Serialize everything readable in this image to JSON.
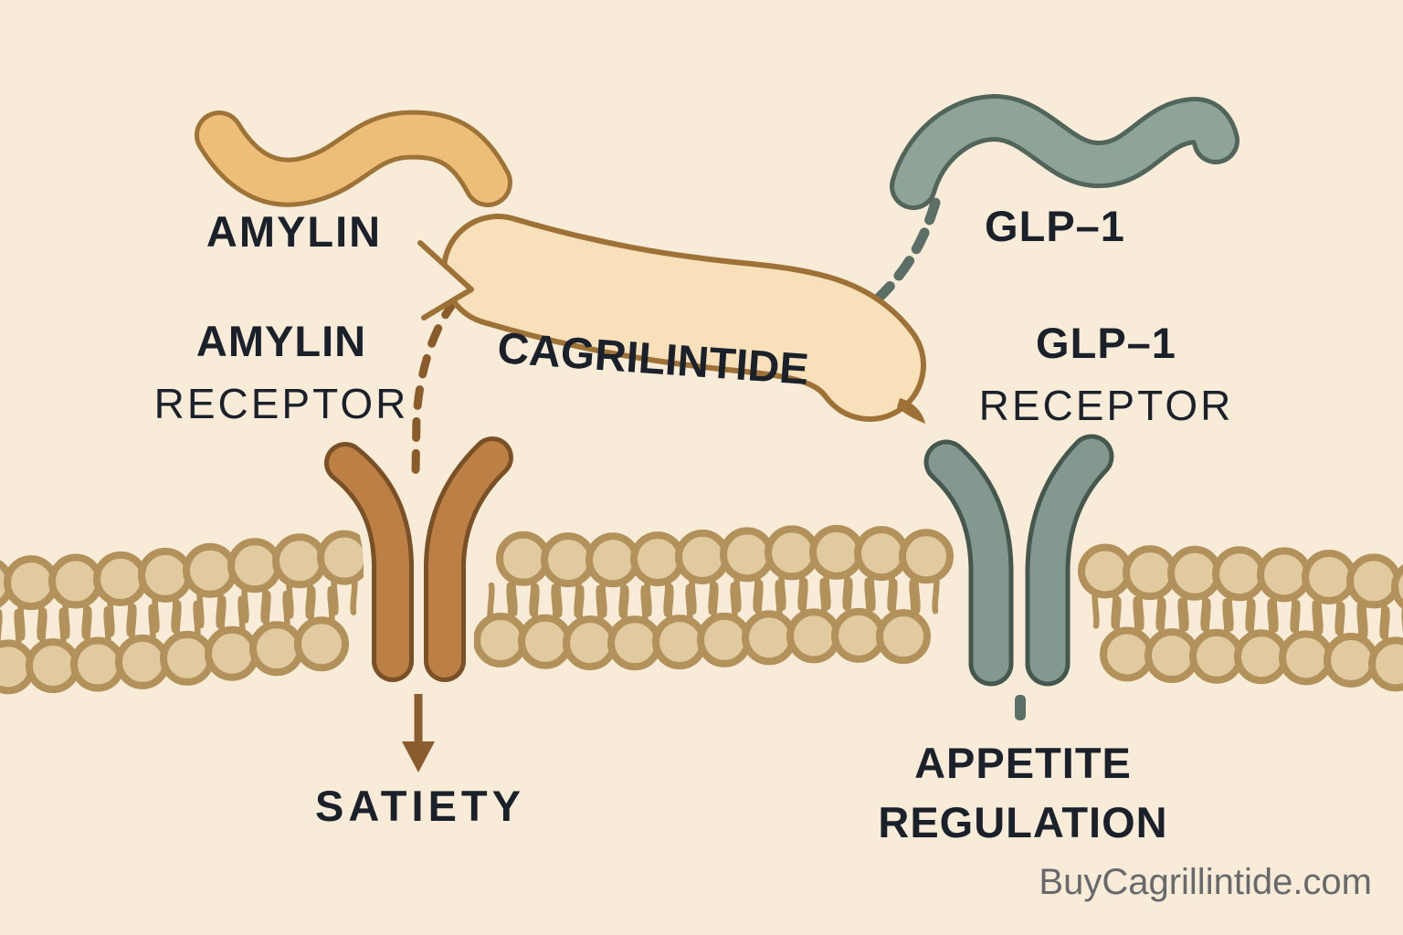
{
  "diagram": {
    "title_banner": "CAGRILINTIDE",
    "labels": {
      "amylin": "AMYLIN",
      "amylin_receptor_line1": "AMYLIN",
      "amylin_receptor_line2": "RECEPTOR",
      "glp1": "GLP–1",
      "glp1_receptor_line1": "GLP–1",
      "glp1_receptor_line2": "RECEPTOR",
      "satiety": "SATIETY",
      "appetite_line1": "APPETITE",
      "appetite_line2": "REGULATION"
    },
    "watermark": "BuyCagrillintide.com"
  },
  "colors": {
    "background": "#f8ecd9",
    "text_dark": "#1a212b",
    "watermark_gray": "#67696c",
    "amylin_peptide_fill": "#eebd77",
    "amylin_peptide_outline": "#9d7338",
    "glp1_peptide_fill": "#8fa498",
    "glp1_peptide_outline": "#52655b",
    "banner_fill": "#f8e0bb",
    "banner_outline": "#9e7136",
    "amylin_receptor_fill": "#bc8045",
    "amylin_receptor_outline": "#7a5026",
    "glp1_receptor_fill": "#83988e",
    "glp1_receptor_outline": "#46584e",
    "membrane_head_fill": "#e2caa0",
    "membrane_ring": "#b2925a",
    "arrow_brown": "#8a5c2e",
    "dash_brown": "#8a5c2b",
    "dash_teal": "#5c6f66"
  }
}
